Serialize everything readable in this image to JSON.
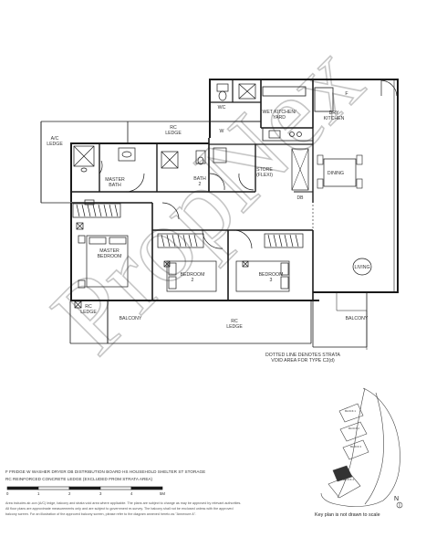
{
  "watermark": "PropNex",
  "rooms": {
    "ac_ledge_left": "A/C\nLEDGE",
    "rc_ledge_top": "RC\nLEDGE",
    "master_bath": "MASTER\nBATH",
    "bath2": "BATH\n2",
    "wc": "WC",
    "w": "W",
    "wet_kitchen": "WET KITCHEN/\nYARD",
    "dry_kitchen": "DRY\nKITCHEN",
    "f": "F",
    "store": "STORE\n(FLEXI)",
    "db": "DB",
    "dining": "DINING",
    "master_bedroom": "MASTER\nBEDROOM",
    "bedroom2": "BEDROOM\n2",
    "bedroom3": "BEDROOM\n3",
    "living": "LIVING",
    "rc_ledge_left": "RC\nLEDGE",
    "balcony_left": "BALCONY",
    "rc_ledge_bottom": "RC\nLEDGE",
    "balcony_right": "BALCONY",
    "dotted_note": "DOTTED LINE DENOTES STRATA\nVOID AREA FOR TYPE C2(d)"
  },
  "legend": {
    "line1": "F    FRIDGE      W    WASHER DRYER      DB    DISTRIBUTION BOARD      HS    HOUSEHOLD SHELTER      ST    STORAGE",
    "line2": "RC   REINFORCED CONCRETE LEDGE (EXCLUDED FROM STRATA AREA)"
  },
  "scale": {
    "ticks": [
      "0",
      "1",
      "2",
      "3",
      "4",
      "5M"
    ]
  },
  "notes": {
    "line1": "Area includes air-con (A/C) ledge, balcony and strata void area where applicable. The plans are subject to change as may be approved by relevant authorities.",
    "line2": "All floor plans are approximate measurements only and are subject to government re-survey. The balcony shall not be enclosed unless with the approved",
    "line3": "balcony screen. For an illustration of the approved balcony screen, please refer to the diagram annexed hereto as \"Annexure A\"."
  },
  "keyplan": {
    "north": "N",
    "note": "Key plan is not drawn to scale",
    "blocks": [
      "BLOCK 1",
      "BLOCK 2",
      "BLOCK 3",
      "BLOCK 4"
    ]
  },
  "colors": {
    "wall": "#1a1a1a",
    "watermark": "#c8c8c8",
    "label": "#333333"
  }
}
